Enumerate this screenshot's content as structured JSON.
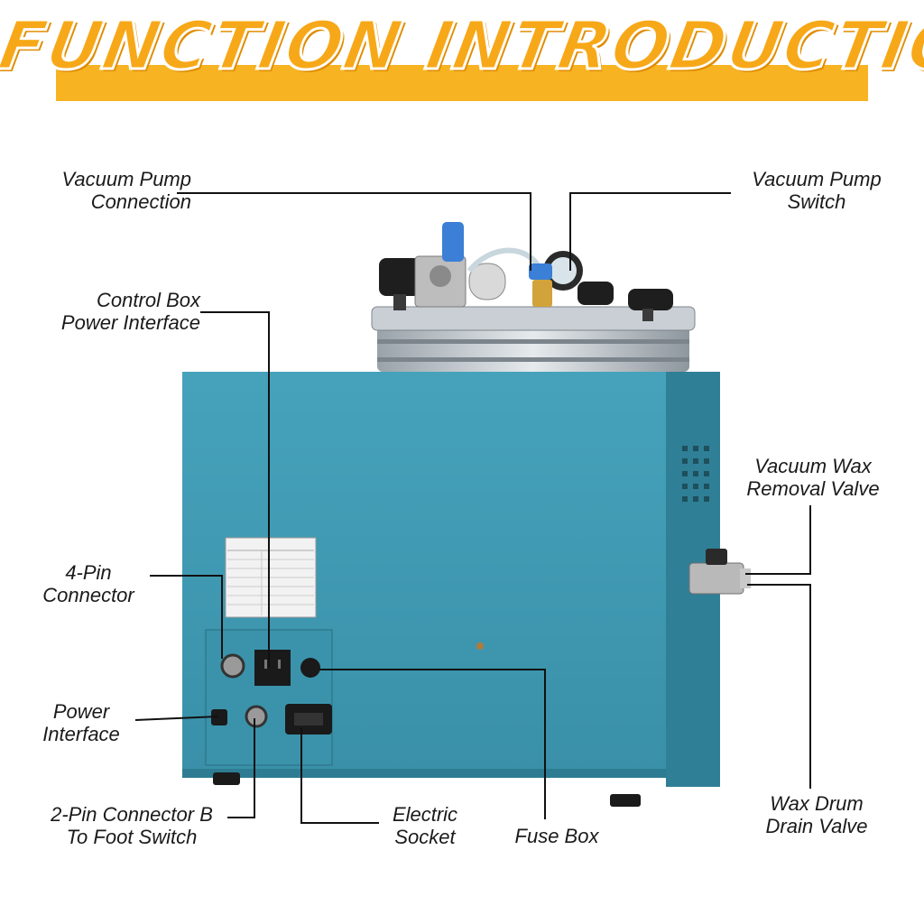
{
  "title": "FUNCTION  INTRODUCTION",
  "labels": {
    "vacuum_pump_connection": [
      "Vacuum Pump",
      "Connection"
    ],
    "vacuum_pump_switch": [
      "Vacuum Pump",
      "Switch"
    ],
    "control_box_power": [
      "Control Box",
      "Power Interface"
    ],
    "vacuum_wax_removal": [
      "Vacuum Wax",
      "Removal Valve"
    ],
    "four_pin": [
      "4-Pin",
      "Connector"
    ],
    "power_interface": [
      "Power",
      "Interface"
    ],
    "two_pin": [
      "2-Pin Connector B",
      "To Foot Switch"
    ],
    "electric_socket": [
      "Electric",
      "Socket"
    ],
    "fuse_box": [
      "Fuse Box"
    ],
    "wax_drum_drain": [
      "Wax Drum",
      "Drain Valve"
    ]
  },
  "colors": {
    "accent": "#f7b321",
    "machine_body": "#3d97b0",
    "machine_side": "#2f7f96",
    "leader_line": "#111111"
  }
}
